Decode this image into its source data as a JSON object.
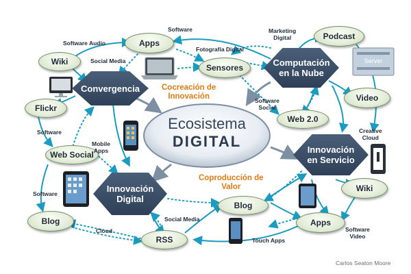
{
  "center": {
    "line1": "Ecosistema",
    "line2": "DIGITAL"
  },
  "hexagons": {
    "convergencia": "Convergencia",
    "computacion": [
      "Computación",
      "en la Nube"
    ],
    "innovacion_servicio": [
      "Innovación",
      "en Servicio"
    ],
    "innovacion_digital": [
      "Innovación",
      "Digital"
    ]
  },
  "nodes": {
    "apps_top": "Apps",
    "wiki_left": "Wiki",
    "flickr": "Flickr",
    "web_social": "Web Social",
    "blog_left": "Blog",
    "rss": "RSS",
    "blog_mid": "Blog",
    "apps_bottom": "Apps",
    "wiki_right": "Wiki",
    "video": "Video",
    "web20": "Web 2.0",
    "podcast": "Podcast",
    "sensores": "Sensores"
  },
  "edge_labels": {
    "software_top": "Software",
    "marketing_digital": [
      "Marketing",
      "Digital"
    ],
    "software_audio": "Software Audio",
    "social_media_top": "Social Media",
    "fotografia_digital": "Fotografía Digital",
    "software_social": [
      "Software",
      "Social"
    ],
    "software_left": "Software",
    "mobile_apps": [
      "Mobile",
      "Apps"
    ],
    "creative_cloud": [
      "Creative",
      "Cloud"
    ],
    "software_bottom_left": "Software",
    "social_media_bottom": "Social Media",
    "cloud": "Cloud",
    "touch_apps": "Touch Apps",
    "software_video": [
      "Software",
      "Video"
    ]
  },
  "themes": {
    "cocreacion": [
      "Cocreación de",
      "Innovación"
    ],
    "coproduccion": [
      "Coproducción de",
      "Valor"
    ]
  },
  "server_label": "Server",
  "credit": "Carlos Seaton Moore",
  "colors": {
    "hex": "#34465e",
    "arrow": "#1a9bbf",
    "orange": "#e07a12",
    "oval_border": "#6f8f66"
  }
}
